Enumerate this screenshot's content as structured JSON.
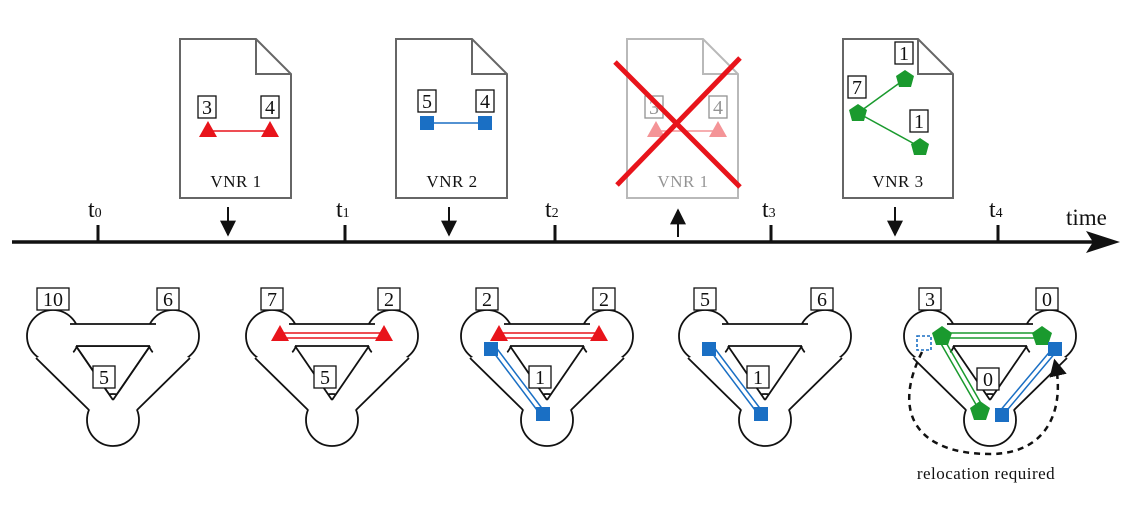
{
  "timeline": {
    "axis_label": "time",
    "ticks": [
      {
        "main": "t",
        "sub": "0"
      },
      {
        "main": "t",
        "sub": "1"
      },
      {
        "main": "t",
        "sub": "2"
      },
      {
        "main": "t",
        "sub": "3"
      },
      {
        "main": "t",
        "sub": "4"
      }
    ]
  },
  "requests": [
    {
      "label": "VNR 1",
      "event": "arrival",
      "removed": false,
      "nodes": [
        "3",
        "4"
      ],
      "shape": "triangle",
      "color": "#e8141b"
    },
    {
      "label": "VNR 2",
      "event": "arrival",
      "removed": false,
      "nodes": [
        "5",
        "4"
      ],
      "shape": "square",
      "color": "#1a6fc4"
    },
    {
      "label": "VNR 1",
      "event": "departure",
      "removed": true,
      "nodes": [
        "3",
        "4"
      ],
      "shape": "triangle",
      "color": "#e8141b"
    },
    {
      "label": "VNR 3",
      "event": "arrival",
      "removed": false,
      "nodes": [
        "7",
        "1",
        "1"
      ],
      "shape": "pentagon",
      "color": "#1a9a2e"
    }
  ],
  "substrate_states": [
    {
      "capacities": [
        "10",
        "6",
        "5"
      ]
    },
    {
      "capacities": [
        "7",
        "2",
        "5"
      ]
    },
    {
      "capacities": [
        "2",
        "2",
        "1"
      ]
    },
    {
      "capacities": [
        "5",
        "6",
        "1"
      ]
    },
    {
      "capacities": [
        "3",
        "0",
        "0"
      ]
    }
  ],
  "annotation": "relocation required",
  "colors": {
    "red": "#e8141b",
    "blue": "#1a6fc4",
    "green": "#1a9a2e",
    "ink": "#111111"
  }
}
